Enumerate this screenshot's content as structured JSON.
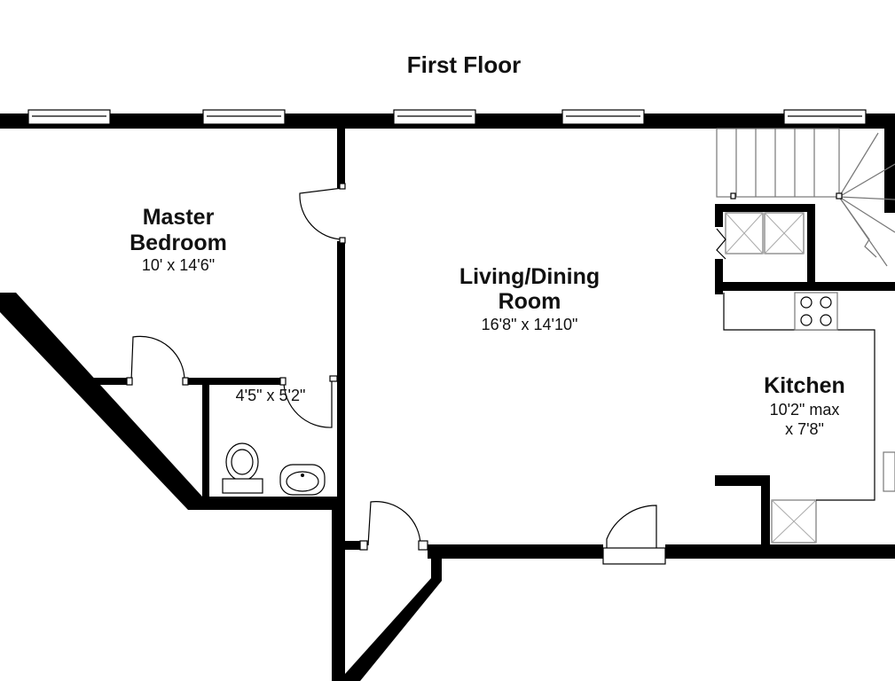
{
  "floor_title": "First Floor",
  "rooms": {
    "master_bedroom": {
      "name_line1": "Master",
      "name_line2": "Bedroom",
      "dimensions": "10' x 14'6\""
    },
    "living_dining": {
      "name_line1": "Living/Dining",
      "name_line2": "Room",
      "dimensions": "16'8\" x 14'10\""
    },
    "kitchen": {
      "name": "Kitchen",
      "dimensions_line1": "10'2\" max",
      "dimensions_line2": "x 7'8\""
    },
    "bathroom": {
      "dimensions": "4'5\" x 5'2\""
    }
  },
  "colors": {
    "wall": "#000000",
    "background": "#ffffff",
    "fixture_line": "#777777"
  }
}
